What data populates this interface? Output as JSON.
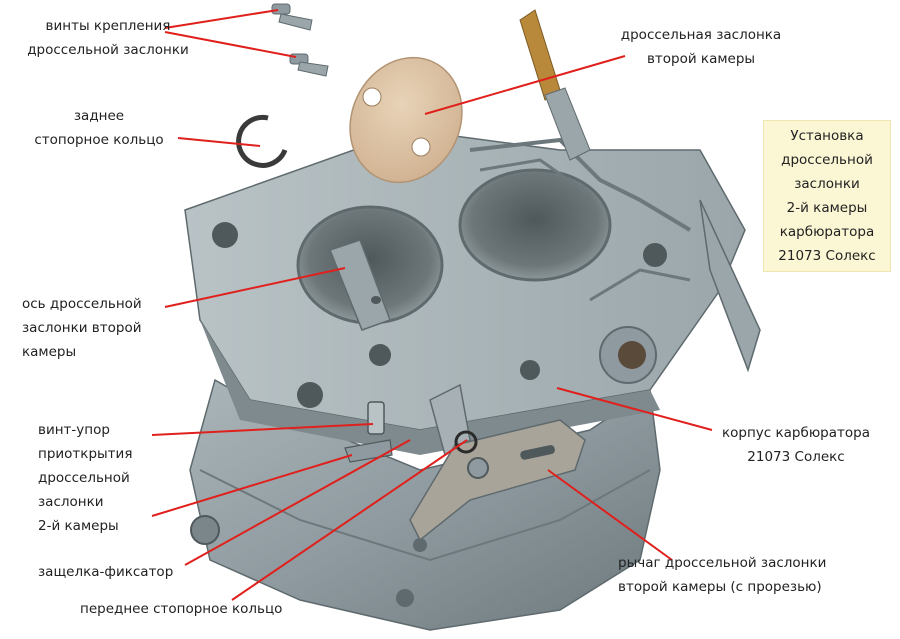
{
  "title_box": {
    "lines": [
      "Установка",
      "дроссельной",
      "заслонки",
      "2-й камеры",
      "карбюратора",
      "21073 Солекс"
    ]
  },
  "labels": {
    "screws": [
      "винты крепления",
      "дроссельной заслонки"
    ],
    "throttle_plate": [
      "дроссельная заслонка",
      "второй камеры"
    ],
    "rear_ring": [
      "заднее",
      "стопорное кольцо"
    ],
    "axle": [
      "ось дроссельной",
      "заслонки второй",
      "камеры"
    ],
    "stop_screw": [
      "винт-упор",
      "приоткрытия",
      "дроссельной",
      "заслонки",
      "2-й камеры"
    ],
    "latch": [
      "защелка-фиксатор"
    ],
    "front_ring": [
      "переднее  стопорное кольцо"
    ],
    "body": [
      "корпус карбюратора",
      "21073 Солекс"
    ],
    "lever": [
      "рычаг дроссельной заслонки",
      "второй камеры (с прорезью)"
    ]
  },
  "colors": {
    "leader_line": "#e0201c",
    "title_box_bg": "#fbf6d3",
    "metal": "#8e9a9f",
    "metal_dark": "#5f6a6e",
    "metal_light": "#b9c3c6",
    "gasket": "#d9bfa2",
    "brass": "#b8893a"
  }
}
